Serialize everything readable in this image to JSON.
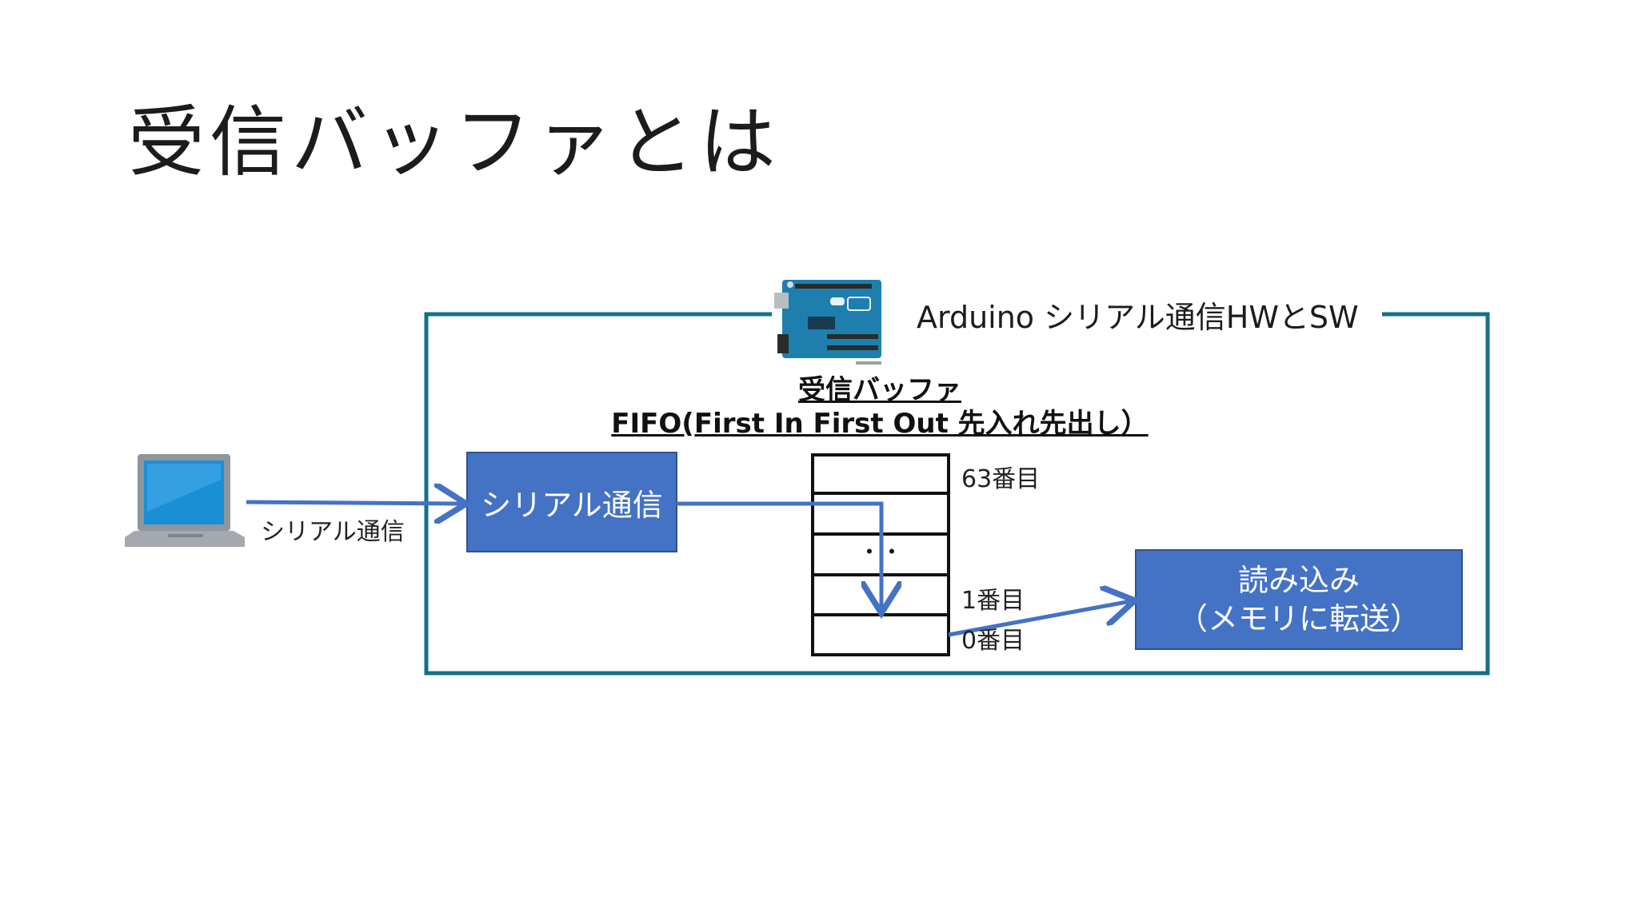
{
  "slide": {
    "title": "受信バッファとは"
  },
  "diagram": {
    "hw_label": "Arduino シリアル通信HWとSW",
    "buffer_title_line1": "受信バッファ",
    "buffer_title_line2": "FIFO(First In First Out 先入れ先出し）",
    "serial_link_label": "シリアル通信",
    "serial_box_label": "シリアル通信",
    "read_box_line1": "読み込み",
    "read_box_line2": "（メモリに転送）",
    "index_63": "63番目",
    "index_1": "1番目",
    "index_0": "0番目",
    "ellipsis": "・・",
    "colors": {
      "frame": "#137089",
      "box_fill": "#4472c4",
      "arrow": "#4472c4",
      "board": "#1e7fae"
    }
  }
}
